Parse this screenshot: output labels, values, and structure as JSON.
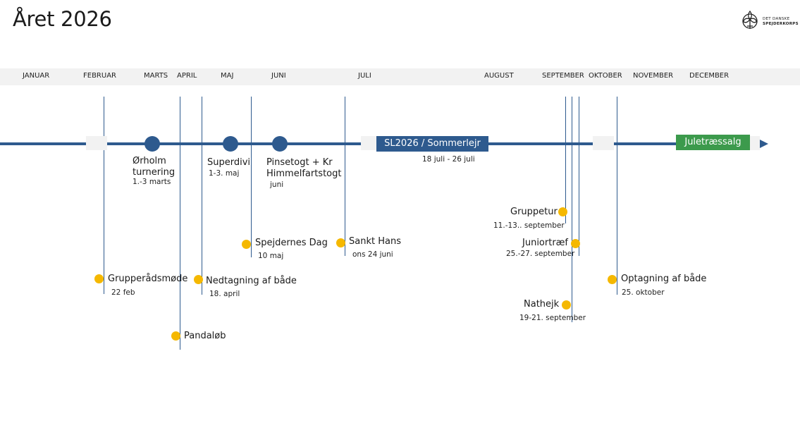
{
  "title": "Året 2026",
  "logo": {
    "line1": "DET DANSKE",
    "line2": "SPEJDERKORPS"
  },
  "months": [
    "JANUAR",
    "FEBRUAR",
    "MARTS",
    "APRIL",
    "MAJ",
    "JUNI",
    "JULI",
    "AUGUST",
    "SEPTEMBER",
    "OKTOBER",
    "NOVEMBER",
    "DECEMBER"
  ],
  "colors": {
    "axis": "#2e5a8e",
    "dot": "#f5b800",
    "highlight_blue": "#2e5a8e",
    "highlight_green": "#3c9a4c",
    "band": "#f2f2f2"
  },
  "major_events": [
    {
      "label_1": "Ørholm",
      "label_2": "turnering",
      "date": "1.-3 marts"
    },
    {
      "label": "Superdivi",
      "date": "1-3. maj"
    },
    {
      "label_1": "Pinsetogt + Kr",
      "label_2": "Himmelfartstogt",
      "date": "juni"
    }
  ],
  "sommerlejr": {
    "label": "SL2026 / Sommerlejr",
    "date": "18 juli - 26 juli"
  },
  "juletraessalg": {
    "label": "Juletræssalg"
  },
  "events": {
    "grupperaadsmoede": {
      "label": "Grupperådsmøde",
      "date": "22 feb"
    },
    "nedtagning": {
      "label": "Nedtagning af både",
      "date": "18. april"
    },
    "pandaloeb": {
      "label": "Pandaløb"
    },
    "spejdernes_dag": {
      "label": "Spejdernes Dag",
      "date": "10 maj"
    },
    "sankt_hans": {
      "label": "Sankt Hans",
      "date": "ons 24 juni"
    },
    "gruppetur": {
      "label": "Gruppetur",
      "date": "11.-13.. september"
    },
    "juniortraef": {
      "label": "Juniortræf",
      "date": "25.-27. september"
    },
    "nathejk": {
      "label": "Nathejk",
      "date": "19-21. september"
    },
    "optagning": {
      "label": "Optagning af både",
      "date": "25. oktober"
    }
  }
}
